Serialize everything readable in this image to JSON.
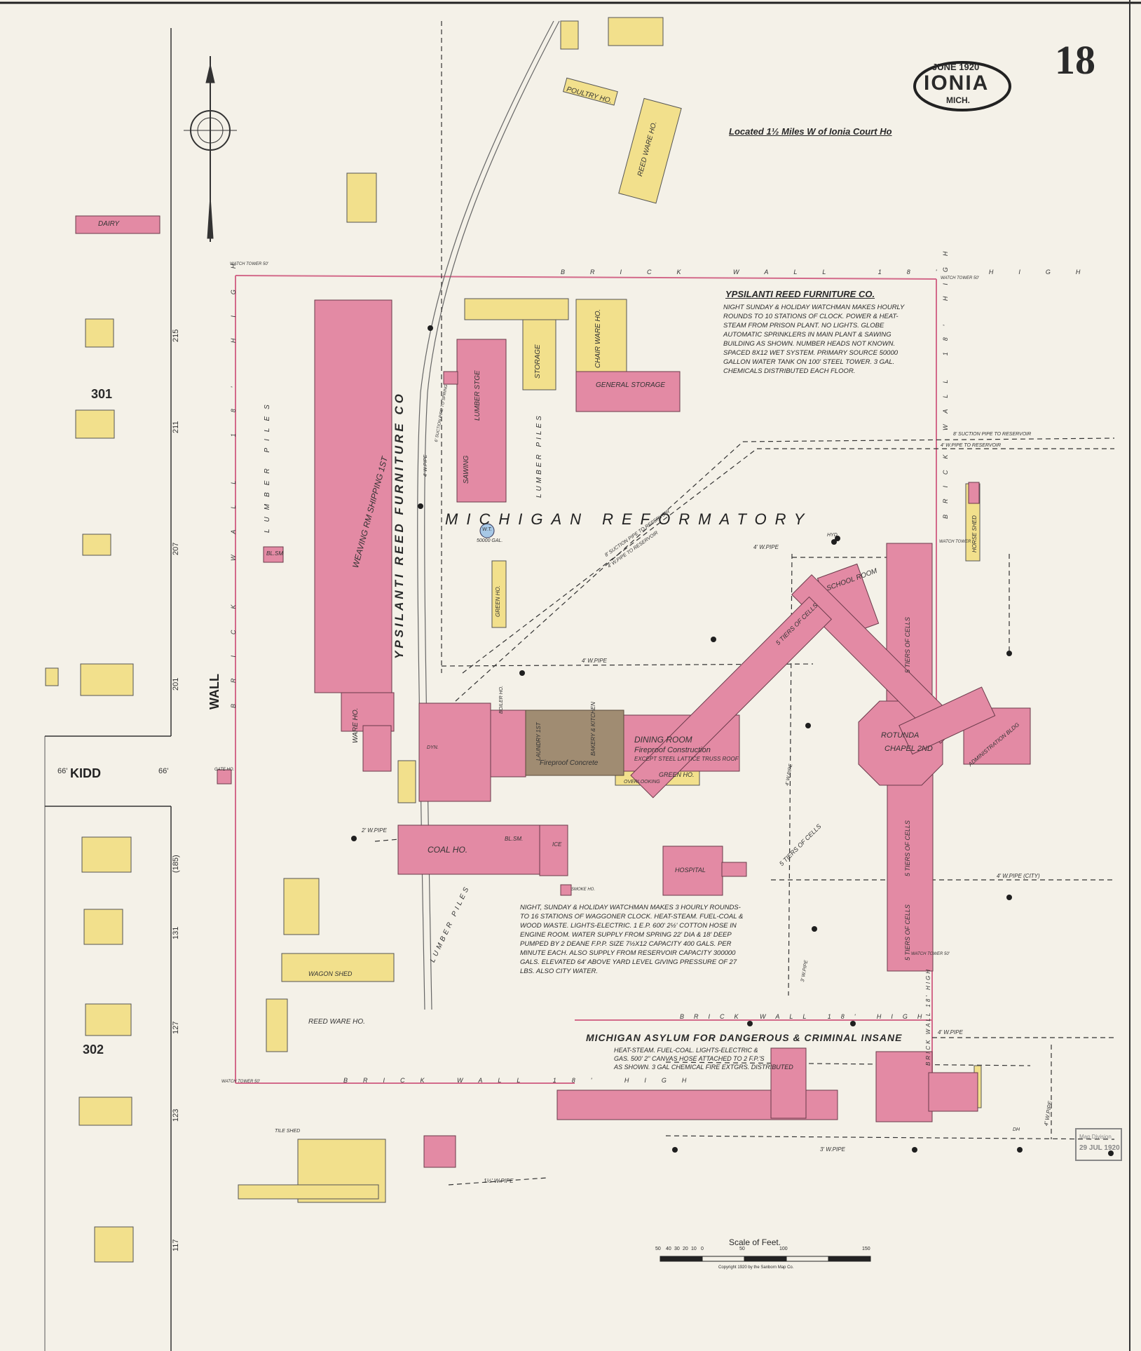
{
  "header": {
    "date": "JUNE 1920",
    "city": "IONIA",
    "state": "MICH.",
    "sheet_number": "18",
    "location_note": "Located 1½ Miles W of Ionia Court Ho"
  },
  "streets": {
    "wall": "WALL",
    "kidd": "KIDD",
    "width_left": "66'",
    "width_right": "66'"
  },
  "blocks": {
    "block_301": "301",
    "block_302": "302"
  },
  "lot_numbers": [
    "215",
    "211",
    "207",
    "201",
    "(185)",
    "131",
    "127",
    "123",
    "117"
  ],
  "institutions": {
    "reformatory": "MICHIGAN REFORMATORY",
    "furniture_co_title": "YPSILANTI REED FURNITURE CO.",
    "furniture_co_vertical": "YPSILANTI REED FURNITURE CO",
    "asylum": "MICHIGAN ASYLUM FOR DANGEROUS & CRIMINAL INSANE"
  },
  "notes": {
    "furniture_co": "NIGHT SUNDAY & HOLIDAY WATCHMAN MAKES HOURLY\nROUNDS TO 10 STATIONS OF CLOCK. POWER & HEAT-\nSTEAM FROM PRISON PLANT. NO LIGHTS. GLOBE\nAUTOMATIC SPRINKLERS IN MAIN PLANT & SAWING\nBUILDING AS SHOWN. NUMBER HEADS NOT KNOWN.\nSPACED 8X12 WET SYSTEM. PRIMARY SOURCE 50000\nGALLON WATER TANK ON 100' STEEL TOWER. 3 GAL.\nCHEMICALS DISTRIBUTED EACH FLOOR.",
    "reformatory": "NIGHT, SUNDAY & HOLIDAY WATCHMAN MAKES 3 HOURLY ROUNDS-\nTO 16 STATIONS OF WAGGONER CLOCK. HEAT-STEAM. FUEL-COAL &\nWOOD WASTE. LIGHTS-ELECTRIC. 1 E.P. 600' 2½' COTTON HOSE IN\nENGINE ROOM. WATER SUPPLY FROM SPRING 22' DIA & 18' DEEP\nPUMPED BY 2 DEANE F.P.P. SIZE 7½X12 CAPACITY 400 GALS. PER\nMINUTE EACH. ALSO SUPPLY FROM RESERVOIR CAPACITY 300000\nGALS. ELEVATED 64' ABOVE YARD LEVEL GIVING PRESSURE OF 27\nLBS. ALSO CITY WATER.",
    "asylum": "HEAT-STEAM. FUEL-COAL. LIGHTS-ELECTRIC &\nGAS. 500' 2\" CANVAS HOSE ATTACHED TO 2 F.P.'S\nAS SHOWN. 3 GAL CHEMICAL FIRE EXTGRS. DISTRIBUTED"
  },
  "building_labels": {
    "dairy": "DAIRY",
    "poultry": "POULTRY HO.",
    "reed_ware_ho_top": "REED WARE HO.",
    "storage": "STORAGE",
    "chair_ware_ho": "CHAIR WARE HO.",
    "general_storage": "GENERAL STORAGE",
    "lumber_stge": "LUMBER STGE",
    "sawing": "SAWING",
    "main_plant": "WEAVING RM SHIPPING 1ST",
    "ware_ho": "WARE HO.",
    "blsm_small": "BL.SM",
    "green_ho_small": "GREEN HO.",
    "school_room": "SCHOOL ROOM",
    "horse_shed": "HORSE SHED",
    "tiers_cells_a": "5 TIERS OF CELLS",
    "tiers_cells_b": "5 TIERS OF CELLS",
    "tiers_cells_c": "5 TIERS OF CELLS",
    "tiers_cells_d": "5 TIERS OF CELLS",
    "tiers_cells_e": "5 TIERS OF CELLS",
    "rotunda": "ROTUNDA",
    "chapel": "CHAPEL 2ND",
    "administration": "ADMINISTRATION BLDG",
    "dining_room": "DINING ROOM",
    "fireproof_a": "Fireproof Construction",
    "fireproof_b": "EXCEPT STEEL LATTICE TRUSS ROOF",
    "laundry": "LAUNDRY 1ST",
    "bakery": "BAKERY & KITCHEN",
    "fireproof_concrete": "Fireproof Concrete",
    "green_ho": "GREEN HO.",
    "overlooking": "OVERLOOKING",
    "coal_ho": "COAL HO.",
    "bl_sm": "BL.SM.",
    "ice": "ICE",
    "smoke_ho": "SMOKE HO.",
    "hospital": "HOSPITAL",
    "wagon_shed": "WAGON SHED",
    "reed_ware_ho_bottom": "REED WARE HO.",
    "tile_shed": "TILE SHED",
    "dyn": "DYN.",
    "boiler_ho": "BOILER HO.",
    "water_tank": "W.T.",
    "tank_capacity": "50000 GAL."
  },
  "map_annotations": {
    "lumber_piles_a": "LUMBER PILES",
    "lumber_piles_b": "LUMBER PILES",
    "lumber_piles_c": "LUMBER PILES",
    "brick_wall_top": "BRICK WALL 18' HIGH",
    "brick_wall_left": "BRICK WALL 18' HIGH",
    "brick_wall_right": "BRICK WALL 18' HIGH",
    "brick_wall_bottom": "BRICK WALL 18' HIGH",
    "brick_wall_asylum": "BRICK WALL 18' HIGH",
    "brick_wall_asylum_side": "BRICK WALL 18' HIGH",
    "watch_tower_nw": "WATCH TOWER 50'",
    "watch_tower_ne": "WATCH TOWER 50'",
    "watch_tower_e": "WATCH TOWER",
    "watch_tower_se": "WATCH TOWER 50'",
    "watch_tower_sw": "WATCH TOWER 50'",
    "gate_ho": "GATE HO.",
    "suction_reservoir": "8' SUCTION PIPE TO RESERVOIR",
    "pipe_reservoir": "4' W.PIPE TO RESERVOIR",
    "suction_reservoir_b": "8' SUCTION PIPE TO RESERVOIR",
    "pipe_reservoir_b": "4' W.PIPE TO RESERVOIR",
    "pipe_4w_a": "4' W.PIPE",
    "pipe_4w_b": "4' W.PIPE",
    "pipe_4w_c": "4' W.PIPE",
    "pipe_4w_city": "4' W.PIPE (CITY)",
    "pipe_4w_asylum": "4' W.PIPE",
    "pipe_4w_right": "4' W.PIPE",
    "pipe_3w": "3' W.PIPE",
    "pipe_3w_vert": "3' W.PIPE",
    "pipe_2w": "2' W.PIPE",
    "pipe_1w": "1½' W.PIPE",
    "pipe_4w_vert": "4' W.PIPE",
    "pipe_6_suction": "6' SUCTION PIPE TO SPRING",
    "hyd": "HYD.",
    "dh": "DH"
  },
  "scale": {
    "title": "Scale of Feet.",
    "ticks": [
      "50",
      "40",
      "30",
      "20",
      "10",
      "0",
      "50",
      "100",
      "150"
    ],
    "copyright": "Copyright 1920 by the Sanborn Map Co."
  },
  "stamp": {
    "line1": "Map Division",
    "line2": "29 JUL 1920"
  },
  "colors": {
    "brick": "#e38aa4",
    "frame": "#f2e08c",
    "fireproof": "#a08c72",
    "tank": "#a7c8e6",
    "paper": "#f4f1e8",
    "ink": "#2a2a2a"
  }
}
